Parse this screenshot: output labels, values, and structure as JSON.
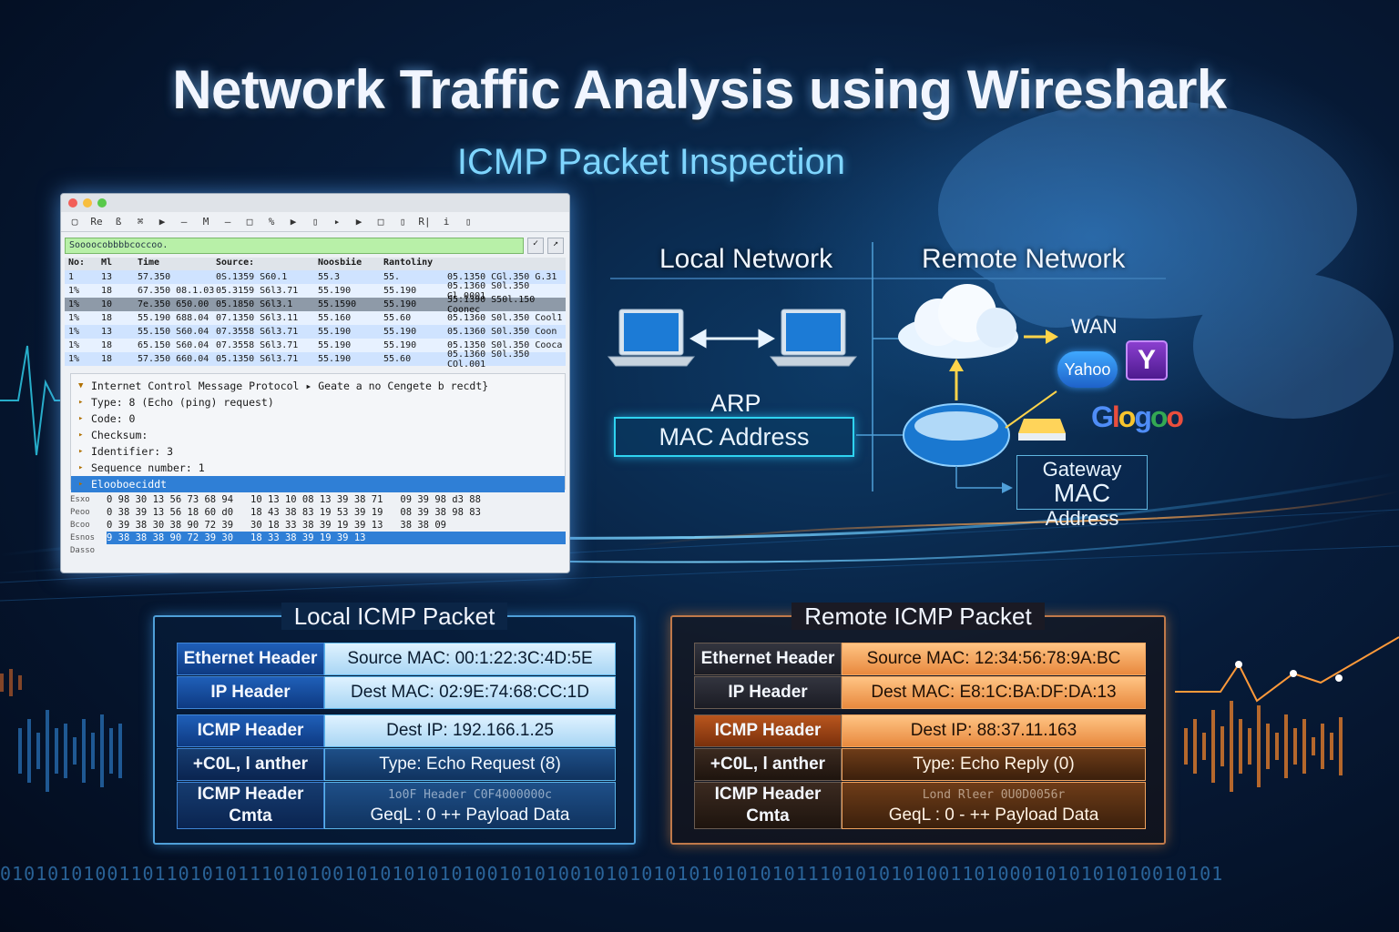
{
  "title": "Network Traffic Analysis using Wireshark",
  "subtitle": "ICMP Packet Inspection",
  "wireshark": {
    "filter_text": "Soooocobbbbcoccoo.",
    "toolbar_icons": [
      "▢",
      "Re",
      "ß",
      "⌘",
      "▶",
      "—",
      "M",
      "—",
      "□",
      "%",
      "▶",
      "▯",
      "▸",
      "▶",
      "□",
      "▯",
      "R|",
      "i",
      "▯"
    ],
    "columns": [
      "No:",
      "Ml",
      "Time",
      "Source:",
      "Noosbiie",
      "Rantoliny",
      ""
    ],
    "rows": [
      [
        "1",
        "13",
        "57.350",
        "0S.1359  S60.1",
        "55.3",
        "55.",
        "05.1350 CGl.350 G.31"
      ],
      [
        "1%",
        "18",
        "67.350  08.1.03",
        "05.3159 S6l3.71",
        "55.190",
        "55.190",
        "05.1360  S0l.350 Gl.0001"
      ],
      [
        "1%",
        "10",
        "7e.350  650.00",
        "05.1850 S6l3.1",
        "55.1590",
        "55.190",
        "55.1390 S50l.150 Coonec"
      ],
      [
        "1%",
        "18",
        "55.190  688.04",
        "07.1350 S6l3.11",
        "55.160",
        "55.60",
        "05.1360 S0l.350 Cool1"
      ],
      [
        "1%",
        "13",
        "55.150  S60.04",
        "07.3558 S6l3.71",
        "55.190",
        "55.190",
        "05.1360 S0l.350 Coon"
      ],
      [
        "1%",
        "18",
        "65.150  S60.04",
        "07.3558 S6l3.71",
        "55.190",
        "55.190",
        "05.1350 S0l.350 Cooca"
      ],
      [
        "1%",
        "18",
        "57.350  660.04",
        "05.1350 S6l3.71",
        "55.190",
        "55.60",
        "05.1360 S0l.350 COl.001"
      ]
    ],
    "detail": [
      "Internet Control Message Protocol  ▸  Geate a no Cengete b recdt}",
      "Type: 8 (Echo (ping) request)",
      "Code: 0",
      "Checksum:",
      "Identifier: 3",
      "Sequence number: 1",
      "Elooboeciddt"
    ],
    "hex_offsets": [
      "Esxo",
      "Peoo",
      "Bcoo",
      "Esnos",
      "Dasso"
    ],
    "hex_lines": [
      "0 98 30 13 56 73 68 94   10 13 10 08 13 39 38 71   09 39 98 d3 88",
      "0 38 39 13 56 18 60 d0   18 43 38 83 19 53 39 19   08 39 38 98 83",
      "0 39 38 30 38 90 72 39   30 18 33 38 39 19 39 13   38 38 09",
      "9 38 38 38 90 72 39 30   18 33 38 39 19 39 13"
    ]
  },
  "network": {
    "local_label": "Local Network",
    "remote_label": "Remote Network",
    "arp_label": "ARP",
    "mac_label": "MAC Address",
    "wan_label": "WAN",
    "yahoo_label": "Yahoo",
    "y_logo": "Y",
    "google_letters": [
      "G",
      "l",
      "o",
      "g",
      "o",
      "o"
    ],
    "gateway_line1": "Gateway",
    "gateway_mac": "MAC",
    "gateway_line2": "Address"
  },
  "local_packet": {
    "title": "Local ICMP Packet",
    "rows": [
      {
        "key": "Ethernet Header",
        "value": "Source MAC: 00:1:22:3C:4D:5E"
      },
      {
        "key": "IP Header",
        "value": "Dest MAC: 02:9E:74:68:CC:1D"
      },
      {
        "key": "ICMP Header",
        "value": "Dest IP: 192.166.1.25"
      },
      {
        "key": "+C0L, l anther",
        "value": "Type: Echo Request (8)"
      },
      {
        "key": "ICMP Header Cmta",
        "value_faint": "1o0F Header    C0F4000000c",
        "value": "GeqL : 0   ++  Payload Data"
      }
    ]
  },
  "remote_packet": {
    "title": "Remote ICMP Packet",
    "rows": [
      {
        "key": "Ethernet Header",
        "value": "Source MAC: 12:34:56:78:9A:BC"
      },
      {
        "key": "IP Header",
        "value": "Dest MAC: E8:1C:BA:DF:DA:13"
      },
      {
        "key": "ICMP Header",
        "value": "Dest IP: 88:37.11.163"
      },
      {
        "key": "+C0L, l anther",
        "value": "Type: Echo Reply (0)"
      },
      {
        "key": "ICMP Header Cmta",
        "value_faint": "Lond Rleer   0U0D0056r",
        "value": "GeqL : 0 - ++  Payload Data"
      }
    ]
  },
  "binary_stream": "0101010100110110101011101010010101010101001010100101010101010101010111010101010011010001010101010010101",
  "colors": {
    "accent_cyan": "#2fd3f0",
    "accent_orange": "#e8893e",
    "filter_green": "#b8f0a8",
    "selection_blue": "#2f7fd6"
  }
}
